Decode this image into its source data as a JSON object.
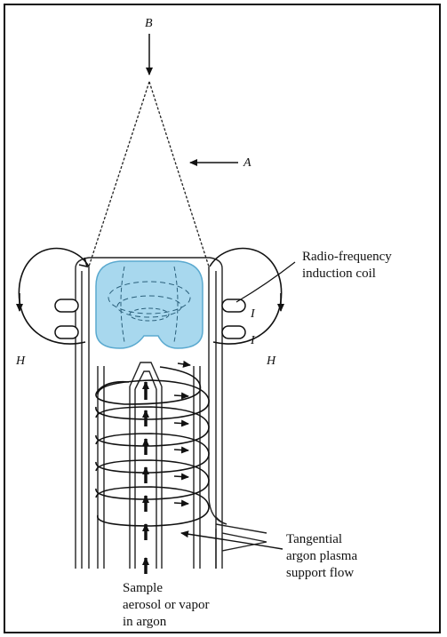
{
  "diagram": {
    "labels": {
      "b": "B",
      "a": "A",
      "h_left": "H",
      "h_right": "H",
      "i_top": "I",
      "i_bottom": "I",
      "rf_coil_line1": "Radio-frequency",
      "rf_coil_line2": "induction coil",
      "tangential_line1": "Tangential",
      "tangential_line2": "argon plasma",
      "tangential_line3": "support flow",
      "sample_line1": "Sample",
      "sample_line2": "aerosol or vapor",
      "sample_line3": "in argon"
    },
    "colors": {
      "plasma": "#a8d8ee",
      "plasma_edge": "#5aa9cf",
      "ink": "#111111",
      "background": "#ffffff"
    }
  }
}
